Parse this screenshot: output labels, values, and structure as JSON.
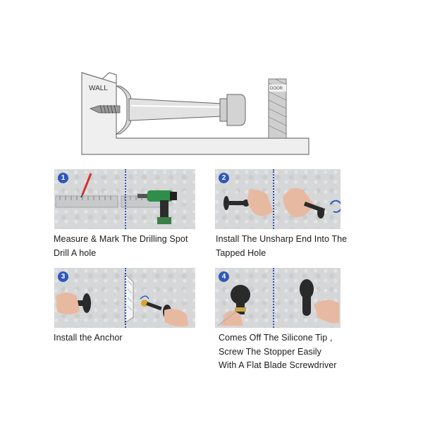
{
  "diagram": {
    "wall_label": "WALL",
    "door_label": "DOOR"
  },
  "steps": [
    {
      "number": "1",
      "caption_lines": [
        "Measure & Mark The Drilling Spot",
        "Drill A hole"
      ]
    },
    {
      "number": "2",
      "caption_lines": [
        "Install The Unsharp End Into The",
        "Tapped Hole"
      ]
    },
    {
      "number": "3",
      "caption_lines": [
        "Install the Anchor"
      ]
    },
    {
      "number": "4",
      "caption_lines": [
        "Comes Off The Silicone Tip ,",
        "Screw The Stopper Easily",
        "With A Flat Blade Screwdriver"
      ]
    }
  ],
  "colors": {
    "step_badge": "#2f58b9",
    "divider": "#2d55b8",
    "panel_bg": "#d6d7d9"
  }
}
